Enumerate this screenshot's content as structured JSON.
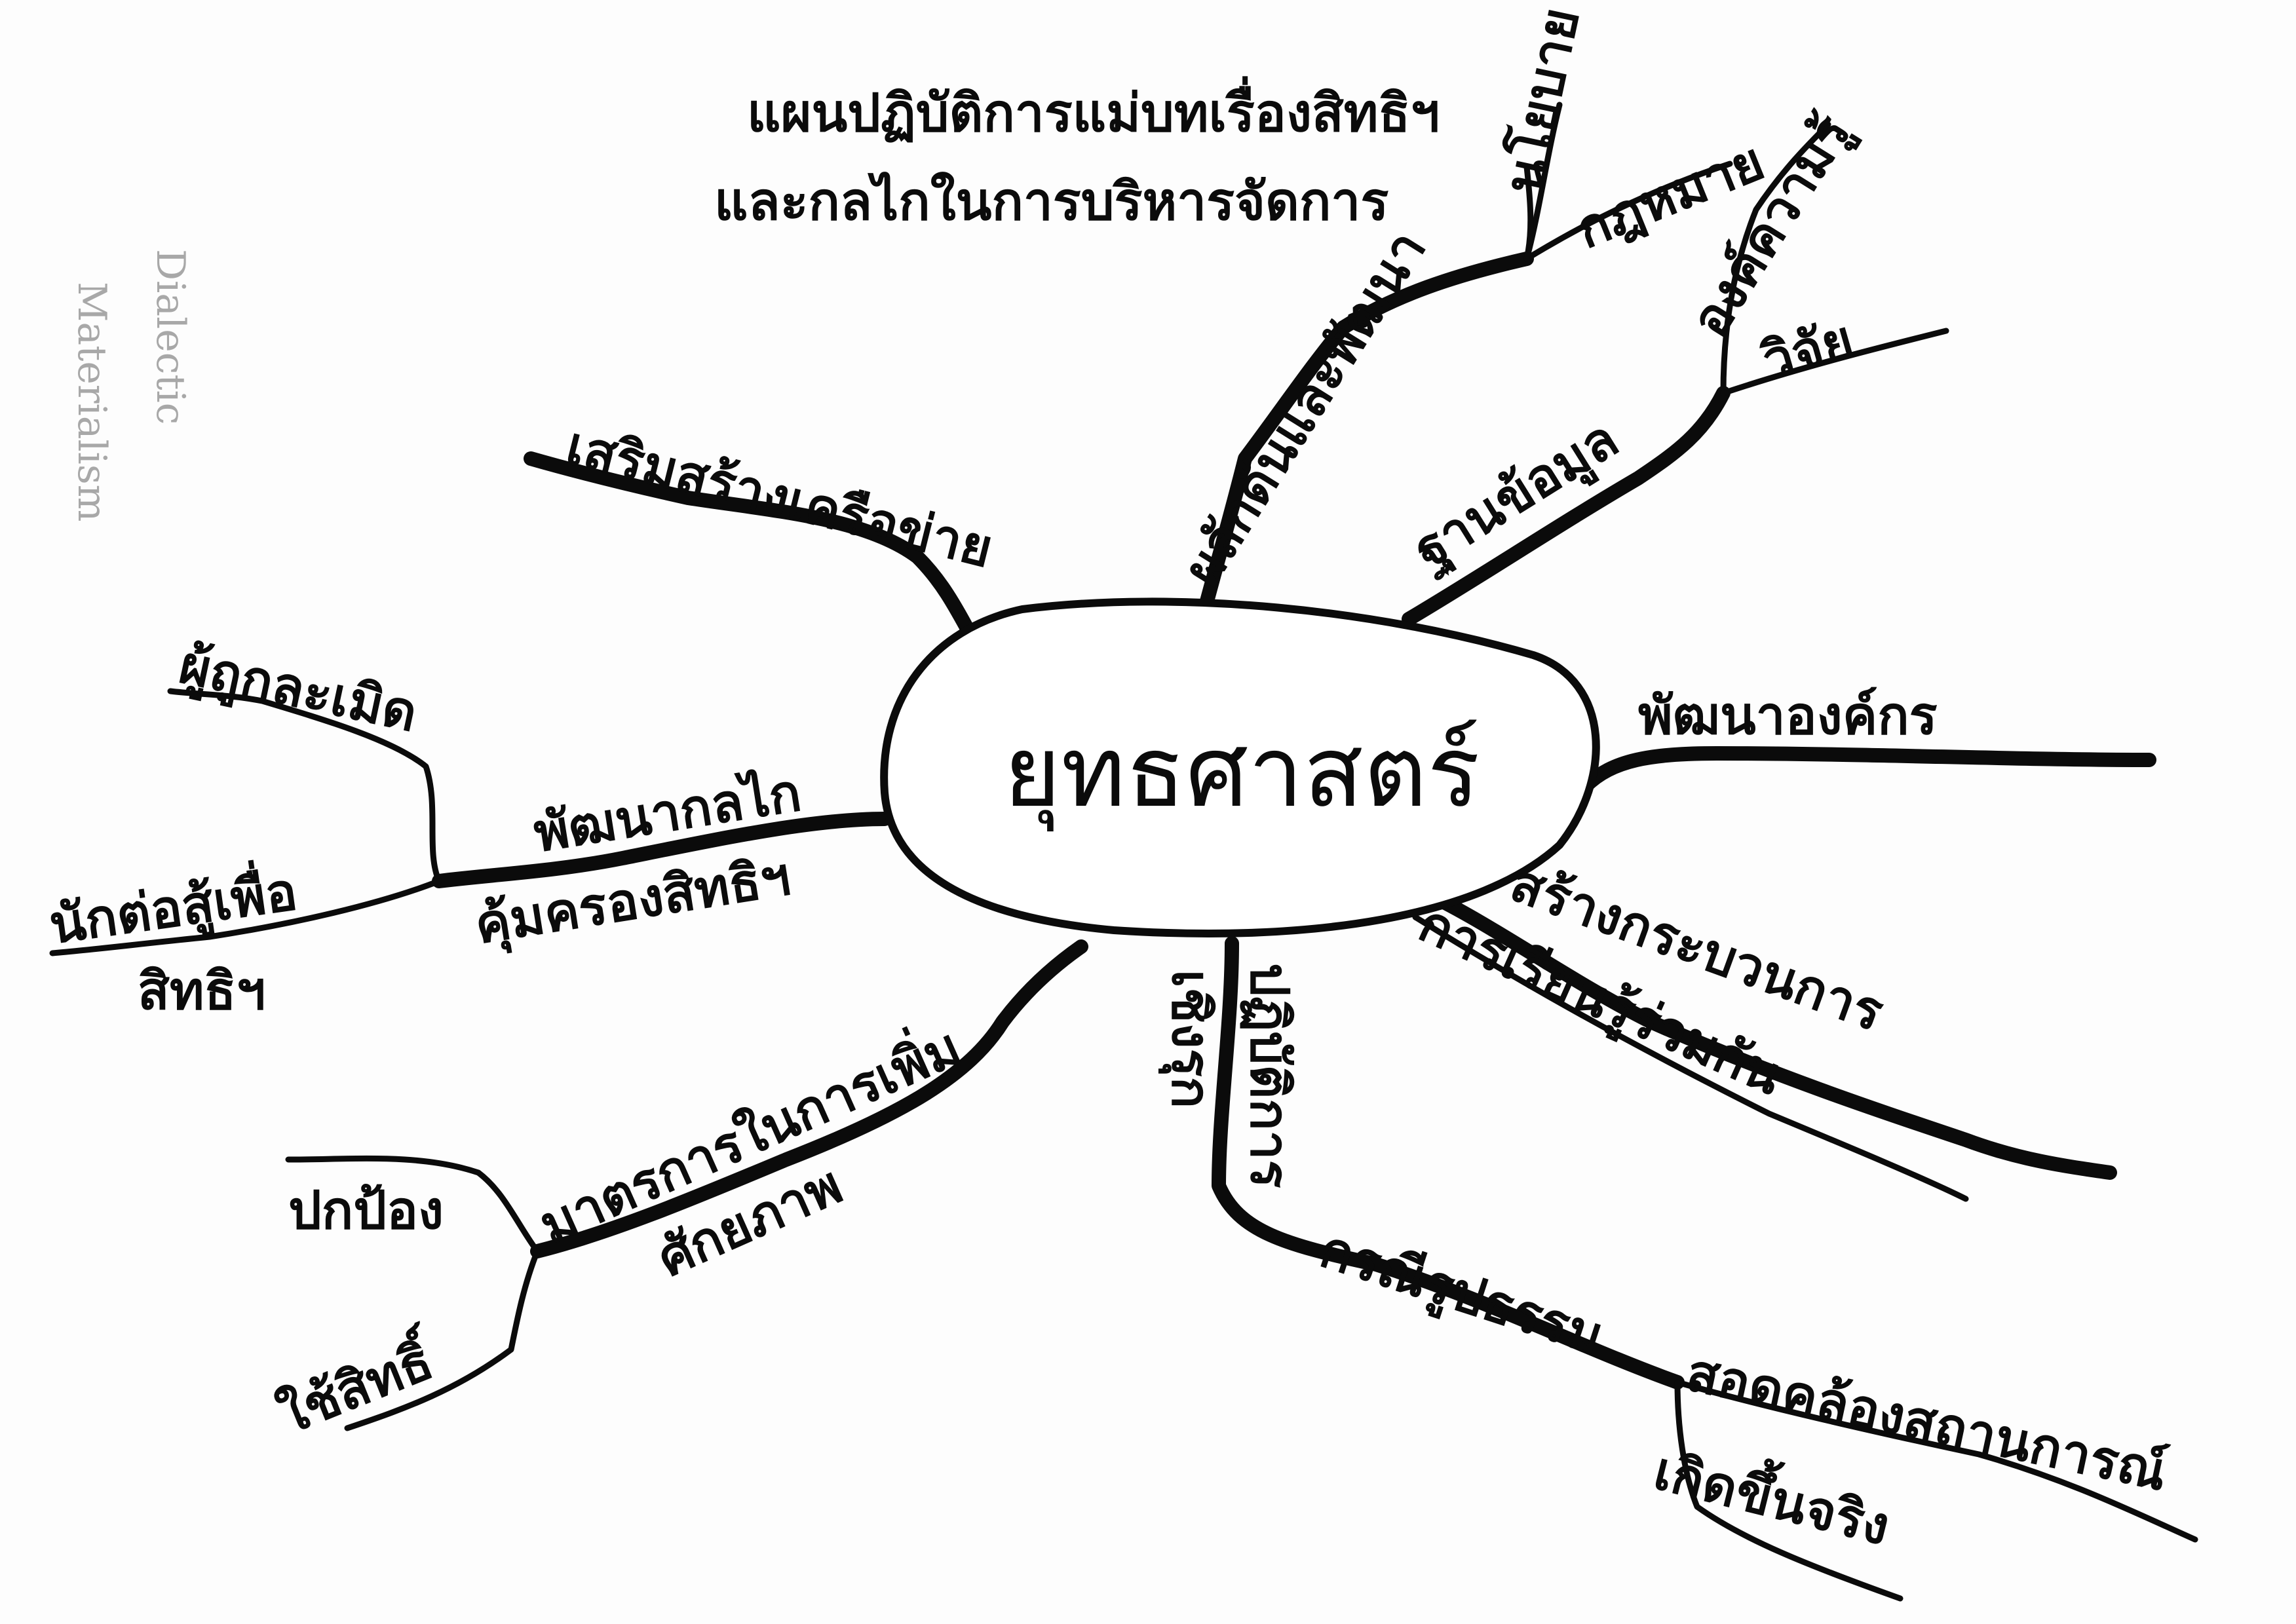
{
  "center": {
    "label": "ยุทธศาสตร์"
  },
  "pencil_note": {
    "line1": "Dialectic",
    "line2": "Materialism"
  },
  "branches": {
    "research_dev": {
      "label": "ผลักดันและพัฒนา",
      "policy": "นโยบาย",
      "law": "กฎหมาย",
      "plan": "แผนปฏิบัติการแม่บทเรื่องสิทธิฯ",
      "mechanism": "และกลไกในการบริหารจัดการ"
    },
    "knowledge": {
      "database": "ฐานข้อมูล",
      "body_of_knowledge": "องค์ความรู้",
      "research": "วิจัย"
    },
    "network": {
      "label": "เสริมสร้างเครือข่าย"
    },
    "org": {
      "label": "พัฒนาองค์กร"
    },
    "protection": {
      "label": "พัฒนากลไก",
      "sublabel": "คุ้มครองสิทธิฯ",
      "victims": "ผู้ถูกละเมิด",
      "defenders_1": "นักต่อสู้เพื่อ",
      "defenders_2": "สิทธิฯ"
    },
    "process": {
      "label": "สร้างกระบวนการ",
      "sublabel": "การเรียนรู้ร่วมกัน"
    },
    "capacity": {
      "label": "มาตรการในการเพิ่ม",
      "sublabel": "ศักยภาพ",
      "protect": "ปกป้อง",
      "use_rights": "ใช้สิทธิ์"
    },
    "practice": {
      "label": "ปฏิบัติการ",
      "proactive": "เชิงรุก",
      "case": "กรณีรูปธรรม",
      "fits": "สอดคล้องสถานการณ์",
      "real": "เกิดขึ้นจริง"
    }
  }
}
